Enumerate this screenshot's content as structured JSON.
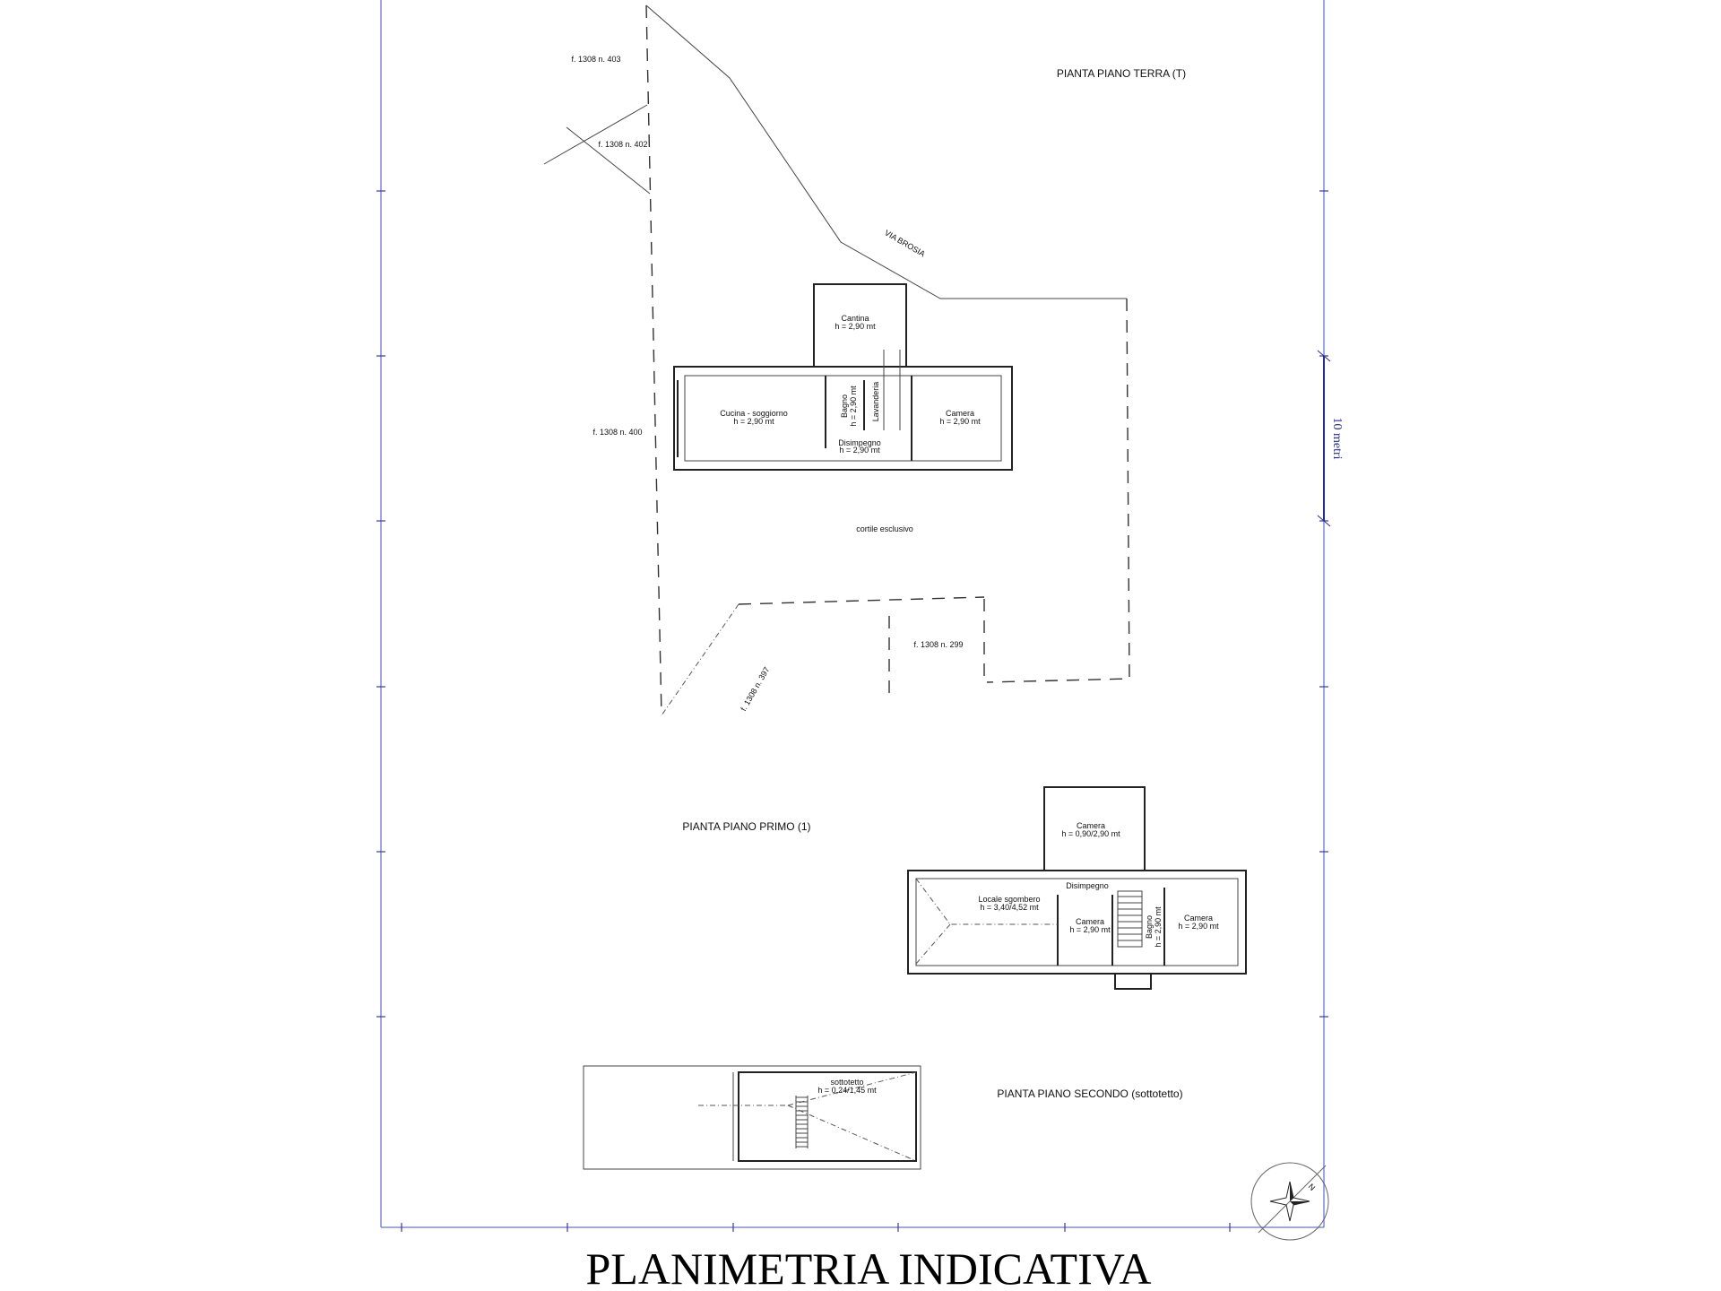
{
  "title": "PLANIMETRIA INDICATIVA",
  "scale_bar": "10 metri",
  "colors": {
    "frame": "#8088dd",
    "scale": "#2a2a9a",
    "lines": "#222222"
  },
  "site": {
    "heading": "PIANTA PIANO TERRA (T)",
    "parcels": [
      "f. 1308 n. 403",
      "f. 1308 n. 402",
      "f. 1308 n. 400",
      "f. 1308 n. 299",
      "f. 1308 n. 397"
    ],
    "street": "VIA BROSIA",
    "courtyard": "cortile esclusivo"
  },
  "ground_floor": {
    "rooms": [
      {
        "name": "Cantina",
        "height": "h = 2,90 mt"
      },
      {
        "name": "Cucina - soggiorno",
        "height": "h = 2,90 mt"
      },
      {
        "name": "Bagno",
        "height": "h = 2,90 mt"
      },
      {
        "name": "Lavanderia",
        "height": ""
      },
      {
        "name": "Disimpegno",
        "height": "h = 2,90 mt"
      },
      {
        "name": "Camera",
        "height": "h = 2,90 mt"
      }
    ]
  },
  "first_floor": {
    "heading": "PIANTA PIANO PRIMO (1)",
    "rooms": [
      {
        "name": "Camera",
        "height": "h = 0,90/2,90 mt"
      },
      {
        "name": "Locale sgombero",
        "height": "h = 3,40/4,52 mt"
      },
      {
        "name": "Disimpegno",
        "height": ""
      },
      {
        "name": "Camera",
        "height": "h = 2,90 mt"
      },
      {
        "name": "Bagno",
        "height": "h = 2,90 mt"
      },
      {
        "name": "Camera",
        "height": "h = 2,90 mt"
      }
    ]
  },
  "second_floor": {
    "heading": "PIANTA PIANO SECONDO (sottotetto)",
    "rooms": [
      {
        "name": "sottotetto",
        "height": "h = 0,24/1,45 mt"
      }
    ]
  },
  "compass": {
    "icon": "north-arrow-icon",
    "label": "N"
  }
}
